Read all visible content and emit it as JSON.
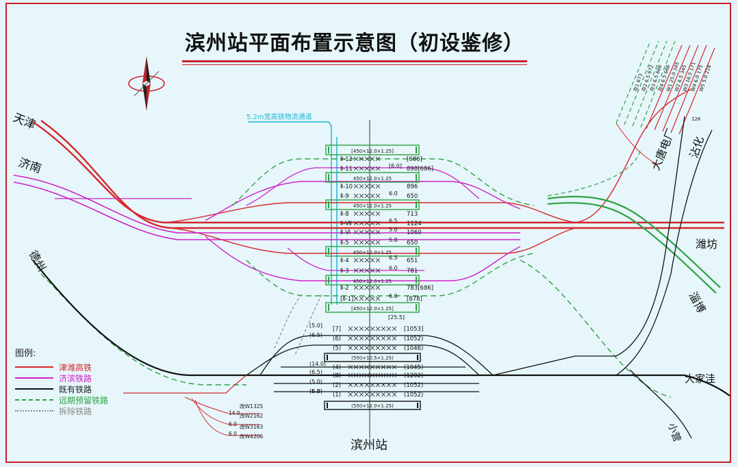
{
  "title": "滨州站平面布置示意图（初设鉴修）",
  "station_name": "滨州站",
  "channel_label": "5.2m宽高铁物流通道",
  "directions": {
    "tianjin": "天津",
    "jinan": "济南",
    "dezhou": "德州",
    "weifang": "潍坊",
    "zibo": "淄博",
    "datangdian": "大唐电厂",
    "zhanhua": "沾化",
    "dajiawa": "大家洼",
    "xiaoying": "小营"
  },
  "legend": {
    "title": "图例:",
    "items": [
      {
        "label": "津潍高铁",
        "color": "#d7262b",
        "style": "solid"
      },
      {
        "label": "济滨铁路",
        "color": "#d020c8",
        "style": "solid"
      },
      {
        "label": "既有铁路",
        "color": "#111111",
        "style": "solid"
      },
      {
        "label": "远期预留铁路",
        "color": "#2ea043",
        "style": "dashed"
      },
      {
        "label": "拆除铁路",
        "color": "#888888",
        "style": "cross"
      }
    ]
  },
  "hsr_tracks": [
    {
      "name": "Ⅱ-12",
      "length": "[686]",
      "y": 0
    },
    {
      "name": "Ⅱ-11",
      "length": "898[686]",
      "spacing": "[6.0]"
    },
    {
      "name": "Ⅱ-10",
      "length": "896"
    },
    {
      "name": "Ⅱ-9",
      "length": "650",
      "spacing": "6.0"
    },
    {
      "name": "Ⅱ-8",
      "length": "713"
    },
    {
      "name": "Ⅱ-Ⅶ",
      "length": "1124",
      "spacing": "6.5"
    },
    {
      "name": "Ⅱ-Ⅵ",
      "length": "1060",
      "spacing": "5.0"
    },
    {
      "name": "Ⅱ-5",
      "length": "650",
      "spacing": "5.0"
    },
    {
      "name": "Ⅱ-4",
      "length": "651",
      "spacing": "6.5"
    },
    {
      "name": "Ⅱ-3",
      "length": "781",
      "spacing": "6.0"
    },
    {
      "name": "Ⅱ-2",
      "length": "783[686]"
    },
    {
      "name": "[Ⅱ-1]",
      "length": "[878]",
      "spacing": "6.0"
    }
  ],
  "hsr_platforms": [
    "[450×12.0×1.25]",
    "450×12.0×1.25",
    "450×12.0×1.25",
    "450×12.0×1.25",
    "450×12.0×1.25",
    "[450×12.0×1.25]"
  ],
  "hsr_extra_spacing": "[25.5]",
  "existing_tracks": [
    {
      "name": "[7]",
      "length": "[1053]",
      "spacing": "[5.0]"
    },
    {
      "name": "(6)",
      "length": "(1052)",
      "spacing": "(6.5)"
    },
    {
      "name": "(5)",
      "length": "(1046)"
    },
    {
      "name": "(4)",
      "length": "(1045)",
      "spacing": "(14.0)"
    },
    {
      "name": "(Ⅲ)",
      "length": "(1202)",
      "spacing": "(6.5)"
    },
    {
      "name": "(2)",
      "length": "(1052)",
      "spacing": "(5.0)"
    },
    {
      "name": "(1)",
      "length": "(1052)",
      "spacing": "(5.0)"
    }
  ],
  "existing_platforms": [
    "(550×10.5×1.25)",
    "(550×12.0×1.25)"
  ],
  "existing_extra_spacing": "(6.5)",
  "sidings_left": [
    {
      "name": "改W1",
      "length": "325"
    },
    {
      "name": "改W2",
      "length": "162",
      "spacing": "14.0"
    },
    {
      "name": "改W3",
      "length": "163",
      "spacing": "6.0"
    },
    {
      "name": "改W4",
      "length": "206",
      "spacing": "6.0"
    }
  ],
  "sidings_top_right": [
    {
      "name": "存1",
      "length": "673",
      "color": "#2ea043"
    },
    {
      "name": "存2",
      "length": "672",
      "spacing": "6.5",
      "color": "#2ea043"
    },
    {
      "name": "存3",
      "length": "666",
      "spacing": "6.5",
      "color": "#2ea043"
    },
    {
      "name": "存4",
      "length": "666",
      "spacing": "6.5",
      "color": "#2ea043"
    },
    {
      "name": "W1",
      "length": "345",
      "spacing": "25.0",
      "color": "#d7262b"
    },
    {
      "name": "W2",
      "length": "345",
      "spacing": "6.5",
      "color": "#d7262b"
    },
    {
      "name": "W3",
      "length": "171",
      "spacing": "16.5",
      "color": "#d7262b"
    },
    {
      "name": "W4",
      "length": "175",
      "spacing": "6.0",
      "color": "#d7262b"
    },
    {
      "name": "W5",
      "length": "218",
      "spacing": "5.0",
      "color": "#d7262b"
    }
  ],
  "top_right_note": "126",
  "colors": {
    "hsr": "#d7262b",
    "jibin": "#d020c8",
    "existing": "#111111",
    "future": "#2ea043",
    "removed": "#888888",
    "channel": "#1fb7d6",
    "frame": "#c9202a"
  }
}
